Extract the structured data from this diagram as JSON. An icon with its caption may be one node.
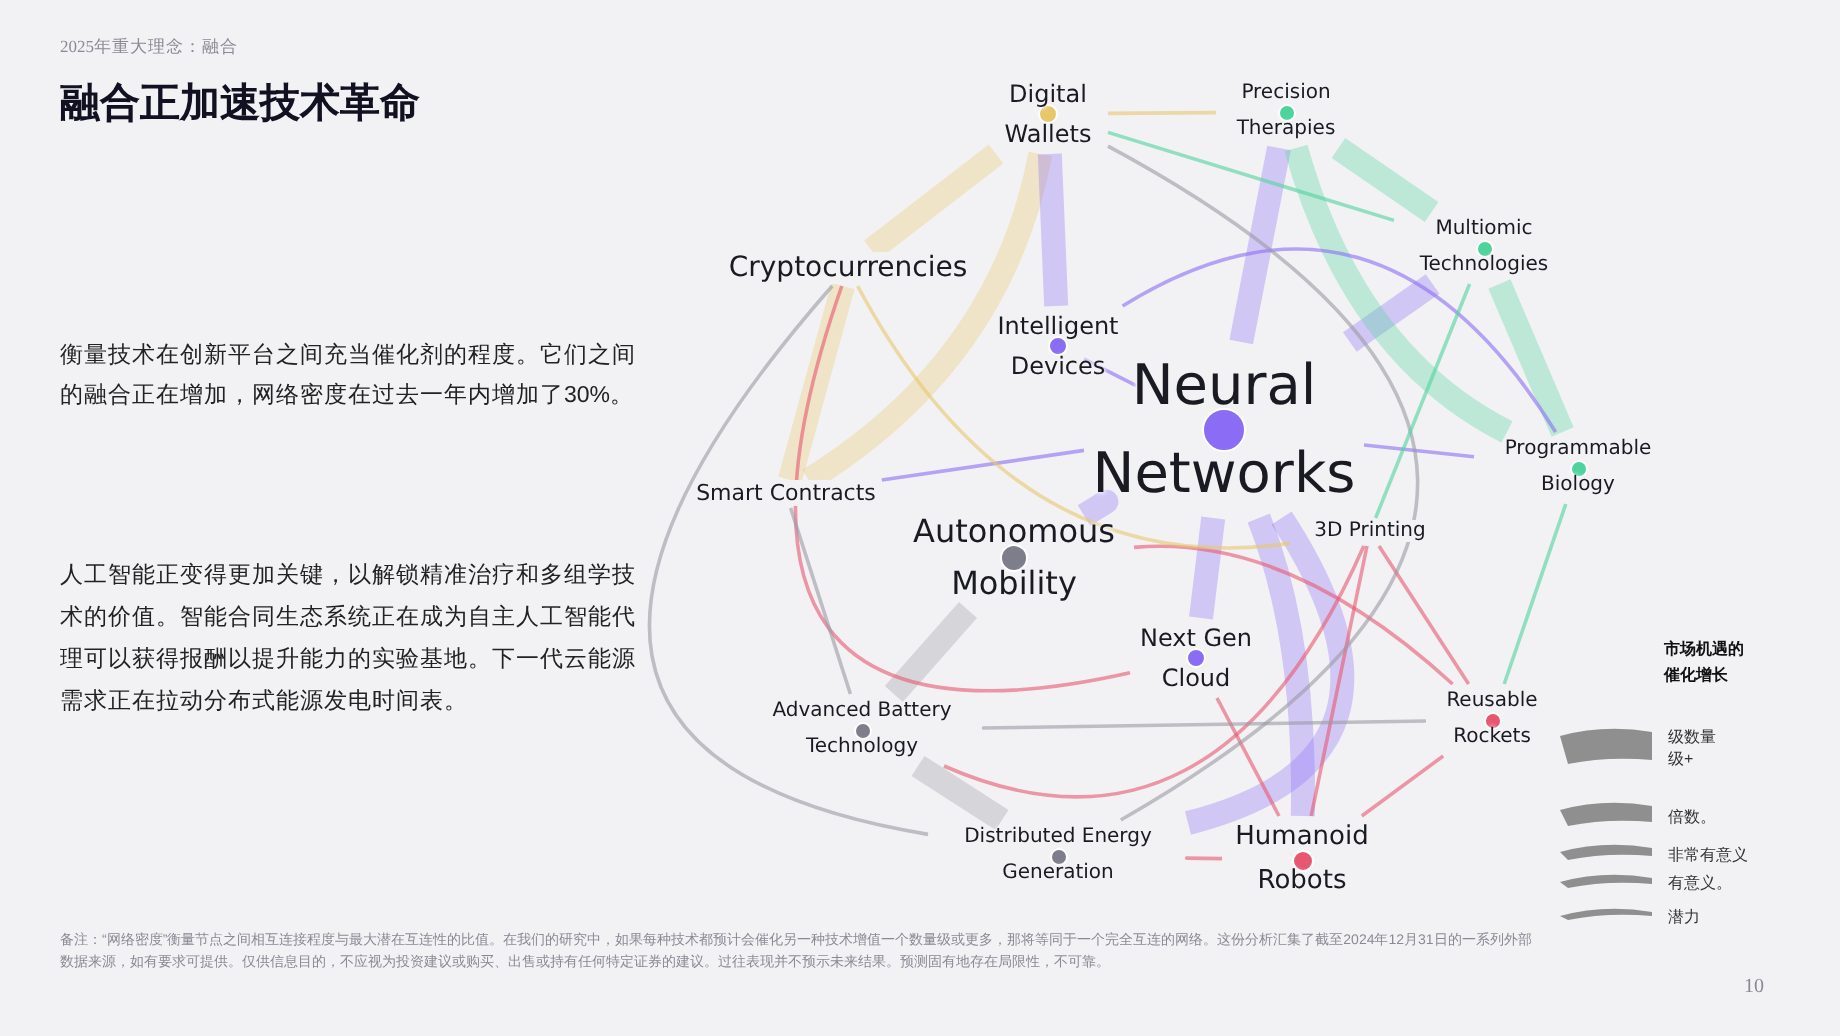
{
  "diagram": {
    "title": "融合正加速技术革命",
    "nodes": [
      {
        "text": [
          "Digital Wallets"
        ]
      },
      {
        "text": [
          "Precision Therapies"
        ]
      },
      {
        "text": [
          "Cryptocurrencies"
        ]
      },
      {
        "text": [
          "Multiomic Technologies"
        ]
      },
      {
        "text": [
          "Intelligent Devices"
        ]
      },
      {
        "text": [
          "Neural Networks"
        ]
      },
      {
        "text": [
          "Programmable Biology"
        ]
      },
      {
        "text": [
          "Smart Contracts"
        ]
      },
      {
        "text": [
          "Autonomous Mobility"
        ]
      },
      {
        "text": [
          "3D Printing"
        ]
      },
      {
        "text": [
          "Next Gen Cloud"
        ]
      },
      {
        "text": [
          "Advanced Battery Technology"
        ]
      },
      {
        "text": [
          "Reusable Rockets"
        ]
      },
      {
        "text": [
          "Distributed Energy Generation"
        ]
      },
      {
        "text": [
          "Humanoid Robots"
        ]
      }
    ],
    "edges": [
      {
        "from": 5,
        "to": 1,
        "arrow": "none",
        "style": "thick",
        "color": "#8b6cf5"
      },
      {
        "from": 5,
        "to": 3,
        "arrow": "none",
        "style": "thick",
        "color": "#8b6cf5"
      },
      {
        "from": 5,
        "to": 14,
        "arrow": "none",
        "style": "thick",
        "color": "#8b6cf5"
      },
      {
        "from": 5,
        "to": 13,
        "arrow": "none",
        "style": "thick",
        "color": "#8b6cf5"
      },
      {
        "from": 5,
        "to": 8,
        "arrow": "none",
        "style": "thick",
        "color": "#8b6cf5"
      },
      {
        "from": 5,
        "to": 10,
        "arrow": "none",
        "style": "thick",
        "color": "#8b6cf5"
      },
      {
        "from": 1,
        "to": 6,
        "arrow": "none",
        "style": "thick",
        "color": "#4fd39c"
      },
      {
        "from": 1,
        "to": 3,
        "arrow": "none",
        "style": "thick",
        "color": "#4fd39c"
      },
      {
        "from": 3,
        "to": 6,
        "arrow": "none",
        "style": "thick",
        "color": "#4fd39c"
      },
      {
        "from": 2,
        "to": 0,
        "arrow": "none",
        "style": "thick",
        "color": "#e8c66a"
      },
      {
        "from": 2,
        "to": 7,
        "arrow": "none",
        "style": "thick",
        "color": "#e8c66a"
      },
      {
        "from": 7,
        "to": 0,
        "arrow": "none",
        "style": "thick",
        "color": "#e8c66a"
      },
      {
        "from": 8,
        "to": 11,
        "arrow": "none",
        "style": "thick",
        "color": "#9a9aa3"
      },
      {
        "from": 11,
        "to": 13,
        "arrow": "none",
        "style": "thick",
        "color": "#9a9aa3"
      },
      {
        "from": 4,
        "to": 0,
        "arrow": "none",
        "style": "thick",
        "color": "#8b6cf5"
      },
      {
        "from": 14,
        "to": 12,
        "arrow": "none",
        "color": "#e8576f"
      },
      {
        "from": 9,
        "to": 12,
        "arrow": "none",
        "color": "#e8576f"
      },
      {
        "from": 9,
        "to": 14,
        "arrow": "none",
        "color": "#e8576f"
      },
      {
        "from": 10,
        "to": 14,
        "arrow": "none",
        "color": "#e8576f"
      },
      {
        "from": 2,
        "to": 10,
        "arrow": "none",
        "color": "#e8576f"
      },
      {
        "from": 7,
        "to": 5,
        "arrow": "none",
        "color": "#8b6cf5"
      },
      {
        "from": 4,
        "to": 5,
        "arrow": "none",
        "color": "#8b6cf5"
      },
      {
        "from": 4,
        "to": 6,
        "arrow": "none",
        "color": "#8b6cf5"
      },
      {
        "from": 5,
        "to": 6,
        "arrow": "none",
        "color": "#8b6cf5"
      },
      {
        "from": 0,
        "to": 1,
        "arrow": "none",
        "color": "#e8c66a"
      },
      {
        "from": 9,
        "to": 11,
        "arrow": "none",
        "color": "#e8576f"
      },
      {
        "from": 12,
        "to": 8,
        "arrow": "none",
        "color": "#e8576f"
      },
      {
        "from": 11,
        "to": 12,
        "arrow": "none",
        "color": "#9a9aa3"
      },
      {
        "from": 13,
        "to": 14,
        "arrow": "none",
        "color": "#e8576f"
      },
      {
        "from": 7,
        "to": 11,
        "arrow": "none",
        "color": "#9a9aa3"
      },
      {
        "from": 2,
        "to": 13,
        "arrow": "none",
        "color": "#9a9aa3"
      },
      {
        "from": 0,
        "to": 13,
        "arrow": "none",
        "color": "#9a9aa3"
      },
      {
        "from": 2,
        "to": 9,
        "arrow": "none",
        "color": "#e8c66a"
      },
      {
        "from": 3,
        "to": 9,
        "arrow": "none",
        "color": "#4fd39c"
      },
      {
        "from": 6,
        "to": 12,
        "arrow": "none",
        "color": "#4fd39c"
      },
      {
        "from": 0,
        "to": 3,
        "arrow": "none",
        "color": "#4fd39c"
      }
    ],
    "labels": [
      "2025年重大理念：融合",
      "衡量技术在创新平台之间充当催化剂的程度。它们之间的融合正在增加，网络密度在过去一年内增加了30%。",
      "人工智能正变得更加关键，以解锁精准治疗和多组学技术的价值。智能合同生态系统正在成为自主人工智能代理可以获得报酬以提升能力的实验基地。下一代云能源需求正在拉动分布式能源发电时间表。",
      "市场机遇的催化增长",
      "备注：“网络密度”衡量节点之间相互连接程度与最大潜在互连性的比值。在我们的研究中，如果每种技术都预计会催化另一种技术增值一个数量级或更多，那将等同于一个完全互连的网络。这份分析汇集了截至2024年12月31日的一系列外部数据来源，如有要求可提供。仅供信息目的，不应视为投资建议或购买、出售或持有任何特定证券的建议。过往表现并不预示未来结果。预测固有地存在局限性，不可靠。",
      "10"
    ],
    "legend": [
      {
        "text": "级数量级+"
      },
      {
        "text": "倍数。"
      },
      {
        "text": "非常有意义"
      },
      {
        "text": "有意义。"
      },
      {
        "text": "潜力"
      }
    ]
  }
}
